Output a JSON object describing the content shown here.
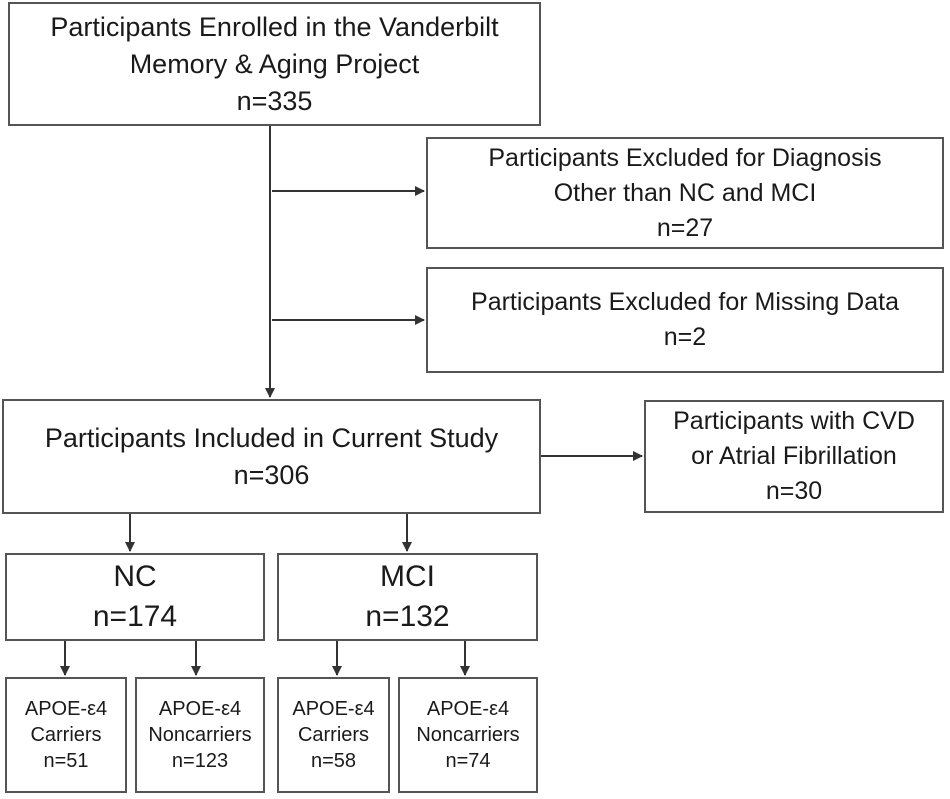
{
  "diagram": {
    "enrolled": {
      "lines": [
        "Participants Enrolled in the Vanderbilt",
        "Memory & Aging Project"
      ],
      "n": "n=335"
    },
    "excluded_diagnosis": {
      "lines": [
        "Participants Excluded for Diagnosis",
        "Other than NC and MCI"
      ],
      "n": "n=27"
    },
    "excluded_missing": {
      "lines": [
        "Participants Excluded for Missing Data"
      ],
      "n": "n=2"
    },
    "included": {
      "lines": [
        "Participants Included in Current Study"
      ],
      "n": "n=306"
    },
    "cvd_af": {
      "lines": [
        "Participants with CVD",
        "or Atrial Fibrillation"
      ],
      "n": "n=30"
    },
    "nc": {
      "label": "NC",
      "n": "n=174"
    },
    "mci": {
      "label": "MCI",
      "n": "n=132"
    },
    "nc_carriers": {
      "lines": [
        "APOE-ε4",
        "Carriers"
      ],
      "n": "n=51"
    },
    "nc_noncarriers": {
      "lines": [
        "APOE-ε4",
        "Noncarriers"
      ],
      "n": "n=123"
    },
    "mci_carriers": {
      "lines": [
        "APOE-ε4",
        "Carriers"
      ],
      "n": "n=58"
    },
    "mci_noncarriers": {
      "lines": [
        "APOE-ε4",
        "Noncarriers"
      ],
      "n": "n=74"
    }
  },
  "colors": {
    "border": "#555555",
    "line": "#333333",
    "text": "#1a1a1a"
  }
}
